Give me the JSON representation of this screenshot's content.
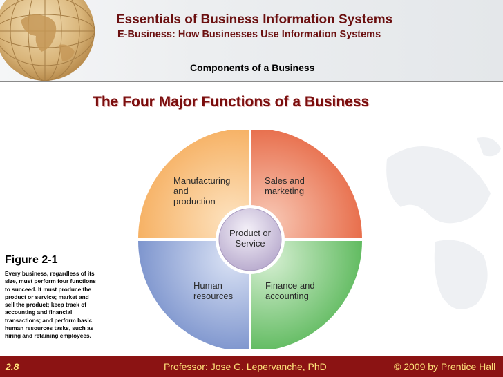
{
  "header": {
    "title": "Essentials of Business Information Systems",
    "subtitle": "E-Business: How Businesses Use Information Systems",
    "section": "Components of a Business"
  },
  "slide": {
    "title": "The Four Major Functions of a Business"
  },
  "diagram": {
    "quadrants": [
      {
        "label": "Manufacturing\nand\nproduction",
        "color": "#f7b76a"
      },
      {
        "label": "Sales and\nmarketing",
        "color": "#ea7a55"
      },
      {
        "label": "Human\nresources",
        "color": "#7f97cf"
      },
      {
        "label": "Finance and\naccounting",
        "color": "#6dc06b"
      }
    ],
    "center": {
      "label": "Product or\nService",
      "color": "#d6cde4"
    }
  },
  "figure": {
    "title": "Figure 2-1",
    "caption": "Every business, regardless of its size, must perform four functions to succeed. It must produce the  product or service; market and sell the product; keep track of accounting and financial transactions; and perform basic human resources tasks, such as hiring and retaining employees."
  },
  "footer": {
    "slide_number": "2.8",
    "professor": "Professor: Jose G. Lepervanche, PhD",
    "copyright": "© 2009 by Prentice Hall",
    "background": "#8b1313",
    "text_color": "#ffe27a"
  }
}
